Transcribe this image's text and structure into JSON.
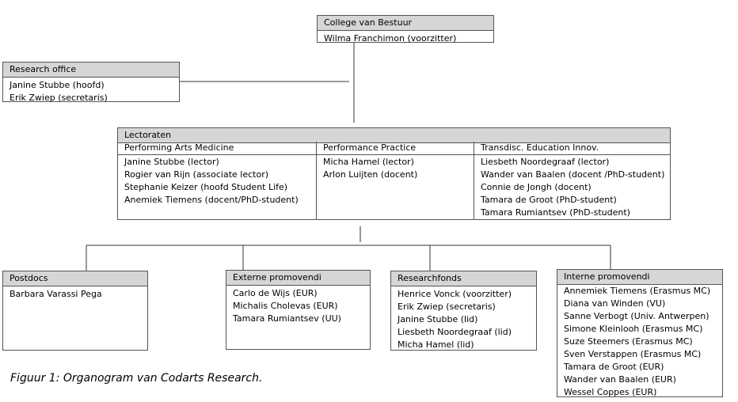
{
  "boxes": {
    "college": {
      "title": "College van Bestuur",
      "members": [
        "Wilma Franchimon (voorzitter)"
      ]
    },
    "research_office": {
      "title": "Research office",
      "members": [
        "Janine Stubbe (hoofd)",
        "Erik Zwiep (secretaris)"
      ]
    },
    "lectoraten": {
      "title": "Lectoraten",
      "columns": [
        {
          "title": "Performing Arts Medicine",
          "members": [
            "Janine Stubbe (lector)",
            "Rogier van Rijn (associate lector)",
            "Stephanie Keizer (hoofd Student Life)",
            "Anemiek Tiemens (docent/PhD-student)"
          ]
        },
        {
          "title": "Performance Practice",
          "members": [
            "Micha Hamel (lector)",
            "Arlon Luijten (docent)"
          ]
        },
        {
          "title": "Transdisc. Education Innov.",
          "members": [
            "Liesbeth Noordegraaf (lector)",
            "Wander van Baalen (docent /PhD-student)",
            "Connie de Jongh (docent)",
            "Tamara de Groot (PhD-student)",
            "Tamara Rumiantsev (PhD-student)"
          ]
        }
      ]
    },
    "postdocs": {
      "title": "Postdocs",
      "members": [
        "Barbara Varassi Pega"
      ]
    },
    "externe": {
      "title": "Externe promovendi",
      "members": [
        "Carlo de Wijs (EUR)",
        "Michalis Cholevas (EUR)",
        "Tamara Rumiantsev (UU)"
      ]
    },
    "researchfonds": {
      "title": "Researchfonds",
      "members": [
        "Henrice Vonck (voorzitter)",
        "Erik Zwiep (secretaris)",
        "Janine Stubbe (lid)",
        "Liesbeth Noordegraaf (lid)",
        "Micha Hamel (lid)"
      ]
    },
    "interne": {
      "title": "Interne promovendi",
      "members": [
        "Annemiek Tiemens (Erasmus MC)",
        "Diana van Winden (VU)",
        "Sanne Verbogt (Univ. Antwerpen)",
        "Simone Kleinlooh (Erasmus MC)",
        "Suze Steemers (Erasmus MC)",
        "Sven Verstappen (Erasmus MC)",
        "Tamara de Groot (EUR)",
        "Wander van Baalen (EUR)",
        "Wessel Coppes (EUR)"
      ]
    }
  },
  "caption": "Figuur 1: Organogram van Codarts Research.",
  "colors": {
    "header_fill": "#d6d6d6",
    "border": "#555555",
    "connector": "#333333"
  }
}
